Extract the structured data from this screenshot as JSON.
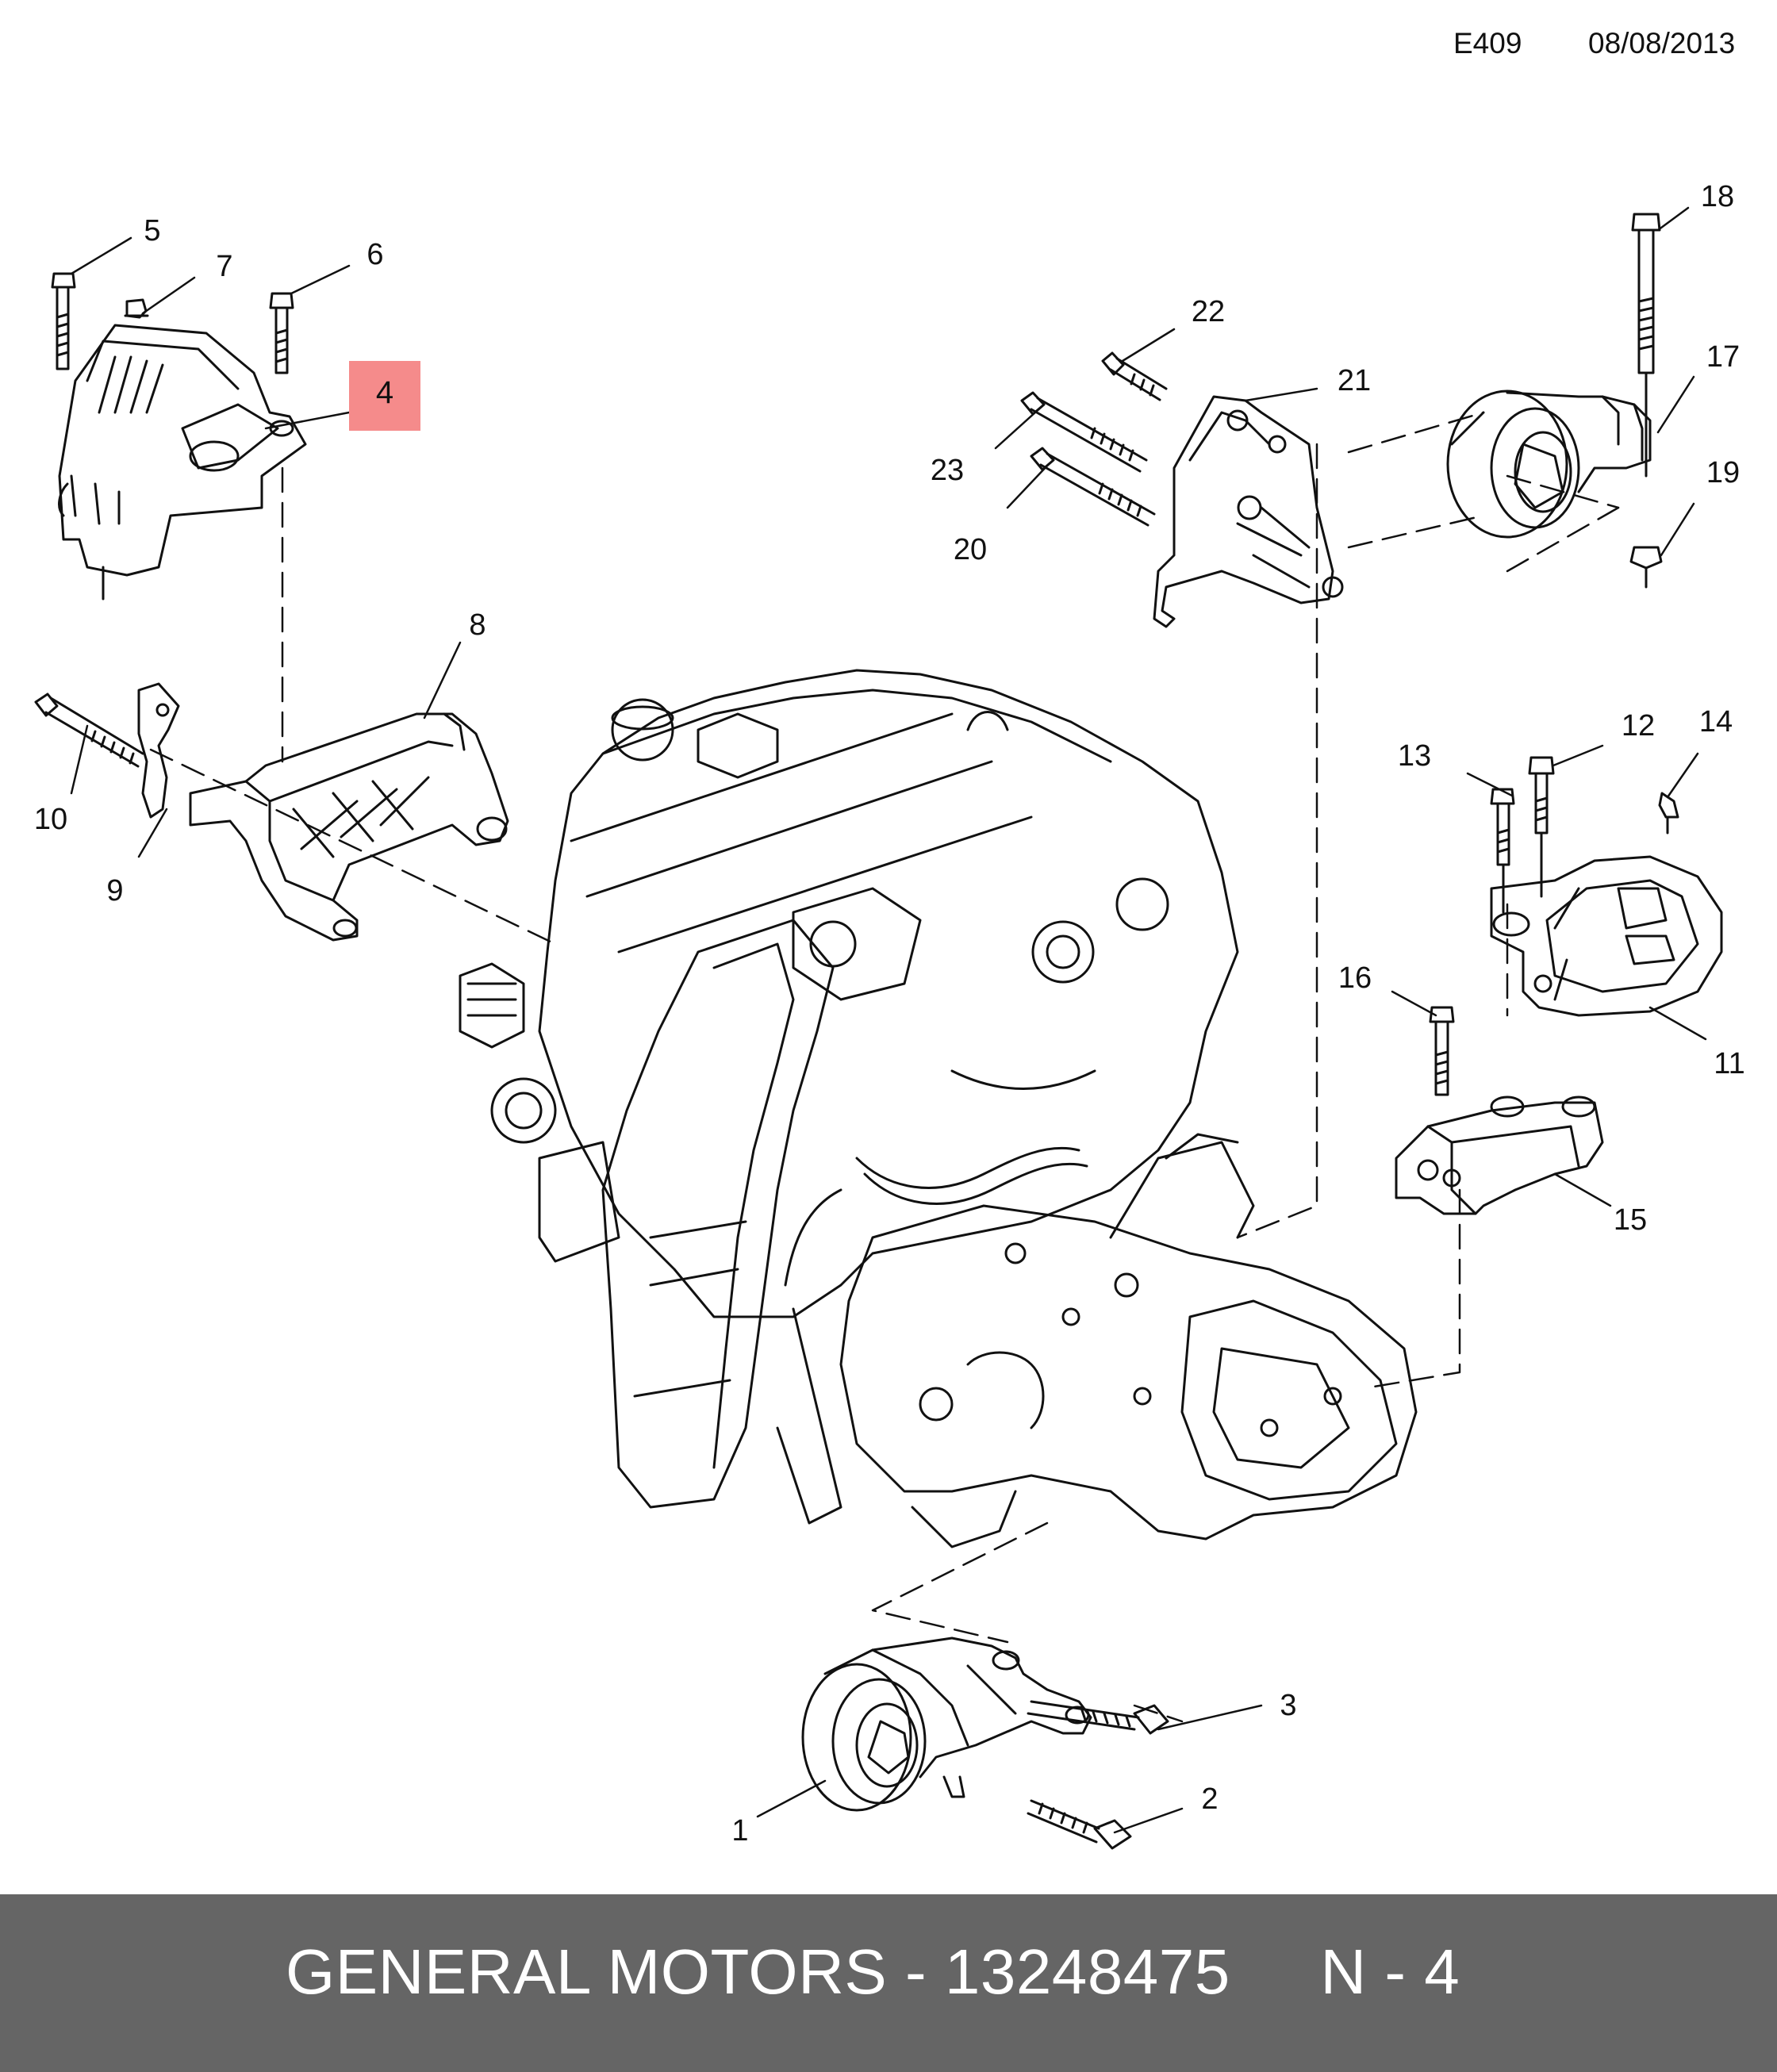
{
  "header": {
    "diagram_code": "E409",
    "date": "08/08/2013"
  },
  "callouts": {
    "c1": "1",
    "c2": "2",
    "c3": "3",
    "c4": "4",
    "c5": "5",
    "c6": "6",
    "c7": "7",
    "c8": "8",
    "c9": "9",
    "c10": "10",
    "c11": "11",
    "c12": "12",
    "c13": "13",
    "c14": "14",
    "c15": "15",
    "c16": "16",
    "c17": "17",
    "c18": "18",
    "c19": "19",
    "c20": "20",
    "c21": "21",
    "c22": "22",
    "c23": "23"
  },
  "highlighted_part": "4",
  "highlight_color": "#f58b8b",
  "footer": {
    "text": "GENERAL MOTORS - 13248475     N - 4",
    "background": "#656565"
  }
}
